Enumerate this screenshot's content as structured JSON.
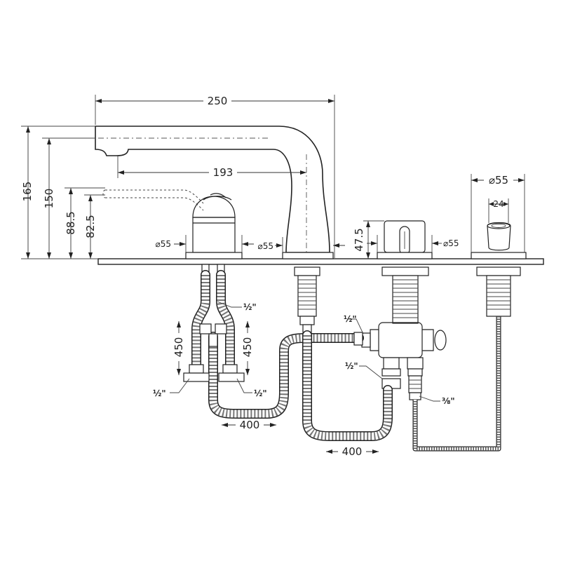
{
  "dimensions": {
    "spout_length": "250",
    "spout_reach": "193",
    "total_height": "165",
    "spout_height": "150",
    "lever_height": "88.5",
    "handle_height": "82.5",
    "diverter_height": "47.5",
    "handshower_diameter": "⌀55",
    "handshower_inner": "24",
    "base_d_mixer": "⌀55",
    "base_d_spout": "⌀55",
    "base_d_diverter": "⌀55",
    "hose_length_left": "450",
    "hose_length_right": "450",
    "hose_length_supply_1": "400",
    "hose_length_supply_2": "400"
  },
  "connections": {
    "top_right": "½\"",
    "left_lower": "½\"",
    "right_lower": "½\"",
    "diverter_inlet": "½\"",
    "diverter_lower": "½\"",
    "shower_outlet": "⅜\""
  }
}
